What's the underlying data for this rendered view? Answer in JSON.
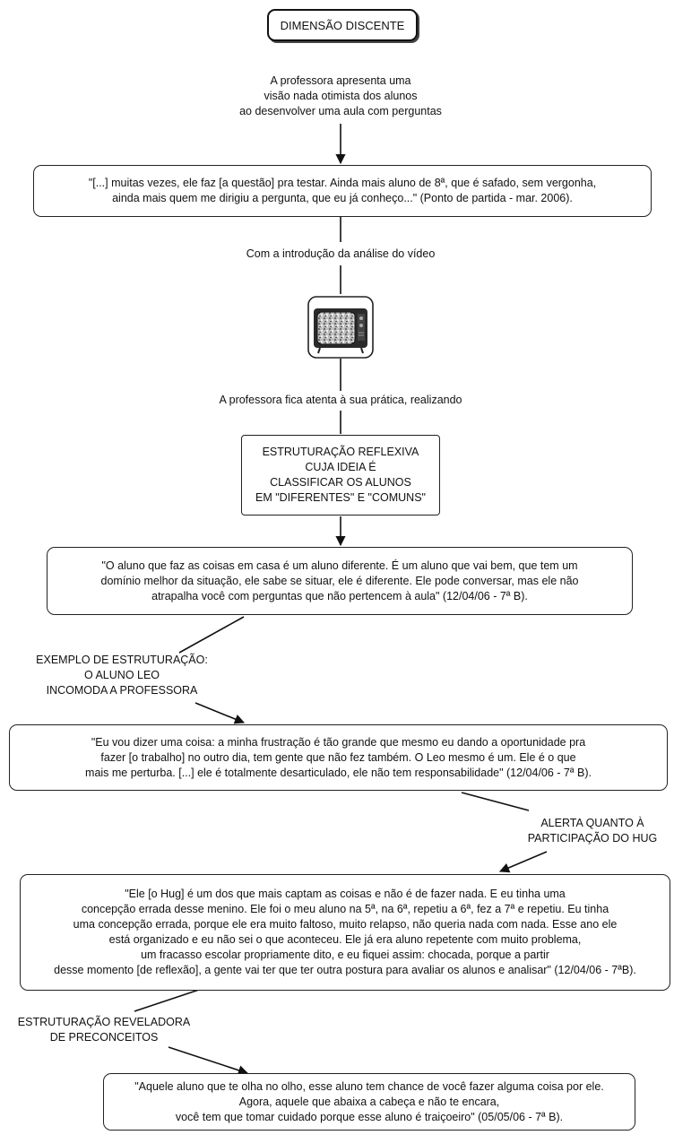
{
  "nodes": {
    "title": "DIMENSÃO DISCENTE",
    "intro": "A professora apresenta uma\nvisão nada otimista dos alunos\nao desenvolver uma aula com perguntas",
    "quote1": "\"[...] muitas vezes, ele faz [a questão] pra testar. Ainda mais aluno de 8ª, que é safado, sem vergonha,\nainda mais quem me dirigiu a pergunta, que eu já conheço...\" (Ponto de partida - mar. 2006).",
    "video_intro": "Com a introdução da análise do vídeo",
    "tv_icon": "tv-icon",
    "attentive": "A professora fica atenta à sua prática, realizando",
    "reflexive": "ESTRUTURAÇÃO REFLEXIVA\nCUJA IDEIA É\nCLASSIFICAR OS ALUNOS\nEM \"DIFERENTES\" E \"COMUNS\"",
    "quote2": "\"O aluno que faz as coisas em casa é um aluno diferente. É um aluno que vai bem, que tem um\ndomínio melhor da situação, ele sabe se situar, ele é diferente. Ele pode conversar, mas ele não\natrapalha você com perguntas que não pertencem à aula\" (12/04/06 - 7ª B).",
    "example": "EXEMPLO DE ESTRUTURAÇÃO:\nO ALUNO LEO\nINCOMODA A PROFESSORA",
    "quote3": "\"Eu vou dizer uma coisa: a minha frustração é tão grande que mesmo eu dando a oportunidade pra\nfazer  [o trabalho] no outro dia, tem gente que não fez também. O Leo mesmo é um. Ele é o que\nmais me perturba. [...] ele é totalmente desarticulado, ele não tem responsabilidade\" (12/04/06 - 7ª B).",
    "alert": "ALERTA QUANTO À\nPARTICIPAÇÃO DO HUG",
    "quote4": "\"Ele [o Hug] é um dos que mais captam as coisas e não é de fazer nada. E eu tinha uma\nconcepção errada desse menino. Ele foi o meu aluno na 5ª, na 6ª, repetiu a 6ª, fez a 7ª e repetiu. Eu tinha\numa concepção errada, porque ele era muito faltoso, muito relapso, não queria nada com nada. Esse ano ele\nestá organizado e eu não sei o que aconteceu. Ele já era aluno repetente com muito problema,\num fracasso escolar propriamente dito, e eu fiquei assim: chocada, porque a partir\ndesse momento [de reflexão], a gente vai ter que ter outra postura para avaliar os alunos e analisar\" (12/04/06 - 7ªB).",
    "prejudice": "ESTRUTURAÇÃO REVELADORA\nDE PRECONCEITOS",
    "quote5": "\"Aquele aluno que te olha no olho, esse aluno tem chance de você fazer alguma coisa por ele.\nAgora, aquele que abaixa a cabeça e não te encara,\nvocê tem que tomar cuidado porque esse aluno é traiçoeiro\" (05/05/06 - 7ª B)."
  }
}
